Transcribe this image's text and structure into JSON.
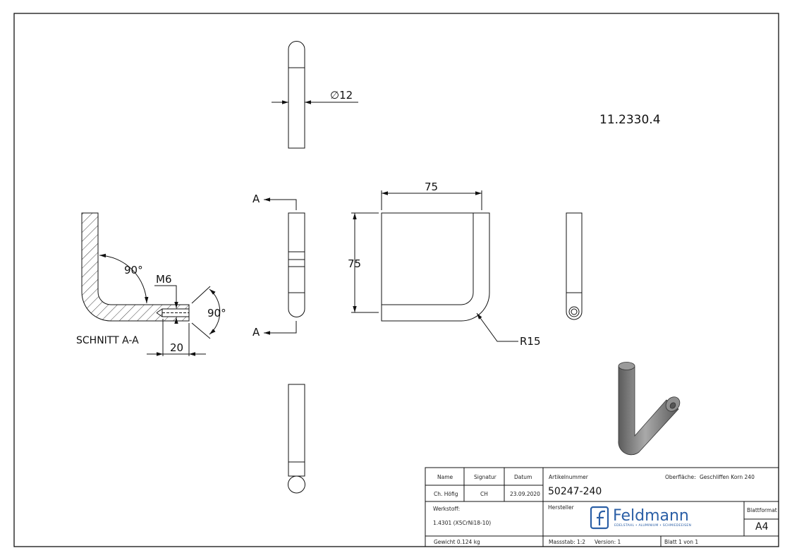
{
  "drawing": {
    "part_code": "11.2330.4",
    "section_title": "SCHNITT A-A",
    "section_marker": "A",
    "dims": {
      "diameter": "12",
      "width": "75",
      "height": "75",
      "radius": "R15",
      "angle_top": "90°",
      "angle_right": "90°",
      "thread": "M6",
      "thread_depth": "20"
    }
  },
  "title_block": {
    "headers": {
      "name": "Name",
      "signatur": "Signatur",
      "datum": "Datum"
    },
    "row": {
      "name": "Ch. Höfig",
      "signatur": "CH",
      "datum": "23.09.2020"
    },
    "artikelnummer_label": "Artikelnummer",
    "artikelnummer": "50247-240",
    "oberflaeche_label": "Oberfläche:",
    "oberflaeche": "Geschliffen Korn 240",
    "werkstoff_label": "Werkstoff:",
    "werkstoff": "1.4301 (X5CrNi18-10)",
    "hersteller_label": "Hersteller",
    "logo_name": "Feldmann",
    "logo_tagline": "EDELSTAHL • ALUMINIUM • SCHMIEDEEISEN",
    "blattformat_label": "Blattformat",
    "blattformat": "A4",
    "gewicht": "Gewicht 0.124 kg",
    "massstab": "Massstab: 1:2",
    "version": "Version: 1",
    "blatt": "Blatt 1 von 1"
  },
  "colors": {
    "logo": "#2b5fa6",
    "line": "#111111"
  }
}
